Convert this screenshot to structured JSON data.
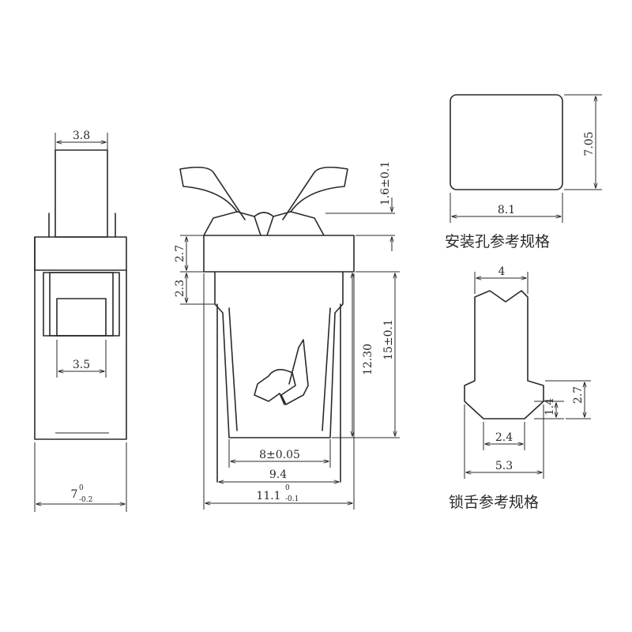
{
  "side_view": {
    "top_width": "3.8",
    "inner_width": "3.5",
    "total_width": "7",
    "tol_upper": "0",
    "tol_lower": "-0.2"
  },
  "front_view": {
    "clip_height": "1.6±0.1",
    "flange_height": "2.7",
    "step_height": "2.3",
    "body_height": "15±0.1",
    "inner_height": "12.30",
    "inner_width": "8±0.05",
    "body_width": "9.4",
    "flange_width": "11.1",
    "flange_tol_upper": "0",
    "flange_tol_lower": "-0.1"
  },
  "mounting_hole": {
    "width": "8.1",
    "height": "7.05",
    "caption": "安装孔参考规格"
  },
  "latch_tongue": {
    "top_width": "4",
    "tip_width": "2.4",
    "base_width": "5.3",
    "step_height": "1.4",
    "hook_height": "2.7",
    "caption": "锁舌参考规格"
  }
}
